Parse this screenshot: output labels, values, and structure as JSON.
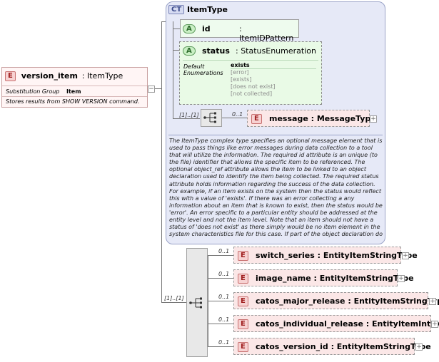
{
  "root": {
    "badge": "E",
    "name": "version_item",
    "type": ": ItemType",
    "subst_label": "Substitution Group",
    "subst_value": "Item",
    "description": "Stores results from SHOW VERSION command."
  },
  "complex_type": {
    "badge": "CT",
    "name": "ItemType",
    "attributes": [
      {
        "badge": "A",
        "name": "id",
        "type": ": ItemIDPattern"
      },
      {
        "badge": "A",
        "name": "status",
        "type": ": StatusEnumeration",
        "default_label": "Default",
        "enum_label": "Enumerations",
        "default_value": "exists",
        "enumerations": [
          "[error]",
          "[exists]",
          "[does not exist]",
          "[not collected]"
        ]
      }
    ],
    "seq_occurrence": "[1]..[1]",
    "message": {
      "badge": "E",
      "occurrence": "0..1",
      "name": "message",
      "type": ": MessageType"
    },
    "documentation": "The ItemType complex type specifies an optional message element that is used to pass things like error messages during data collection to a tool that will utilize the information. The required id attribute is an unique (to the file) identifier that allows the specific item to be referenced. The optional object_ref attribute allows the item to be linked to an object declaration used to identify the item being collected. The required status attribute holds information regarding the success of the data collection. For example, if an item exists on the system then the status would reflect this with a value of 'exists'. If there was an error collecting a any information about an item that is known to exist, then the status would be 'error'. An error specific to a particular entity should be addressed at the entity level and not the item level. Note that an item should not have a status of 'does not exist' as there simply would be no item element in the system characteristics file for this case. If part of the object declaration do"
  },
  "sequence": {
    "occurrence": "[1]..[1]",
    "elements": [
      {
        "badge": "E",
        "occurrence": "0..1",
        "name": "switch_series",
        "type": ": EntityItemStringType"
      },
      {
        "badge": "E",
        "occurrence": "0..1",
        "name": "image_name",
        "type": ": EntityItemStringType"
      },
      {
        "badge": "E",
        "occurrence": "0..1",
        "name": "catos_major_release",
        "type": ": EntityItemStringType"
      },
      {
        "badge": "E",
        "occurrence": "0..1",
        "name": "catos_individual_release",
        "type": ": EntityItemIntType"
      },
      {
        "badge": "E",
        "occurrence": "0..1",
        "name": "catos_version_id",
        "type": ": EntityItemStringType"
      }
    ]
  },
  "colors": {
    "element": "#fbe7e7",
    "attribute": "#eefbee",
    "complex_type": "#e6e9f7",
    "sequence": "#e8e8e8"
  },
  "icons": {
    "expand": "plus-icon",
    "sequence": "sequence-icon"
  }
}
